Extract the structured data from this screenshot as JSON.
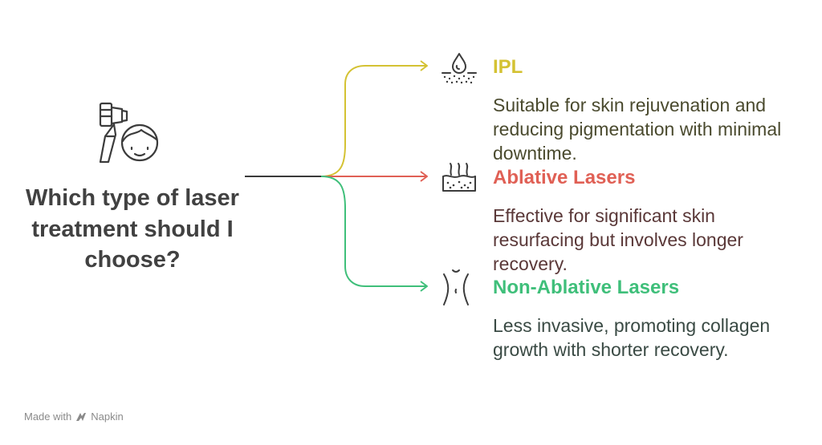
{
  "question": "Which type of laser treatment should I choose?",
  "options": [
    {
      "title": "IPL",
      "description": "Suitable for skin rejuvenation and reducing pigmentation with minimal downtime.",
      "color": "#d4c233",
      "text_color": "#4a4a2e",
      "icon": "ipl-skin-drop-icon"
    },
    {
      "title": "Ablative Lasers",
      "description": "Effective for significant skin resurfacing but involves longer recovery.",
      "color": "#e06055",
      "text_color": "#5a3838",
      "icon": "skin-layers-icon"
    },
    {
      "title": "Non-Ablative Lasers",
      "description": "Less invasive, promoting collagen growth with shorter recovery.",
      "color": "#3fbf7a",
      "text_color": "#3a4a44",
      "icon": "waist-body-icon"
    }
  ],
  "header_icon": "laser-device-face-icon",
  "stem_color": "#3a3a3a",
  "footer": {
    "made_with": "Made with",
    "brand": "Napkin"
  }
}
